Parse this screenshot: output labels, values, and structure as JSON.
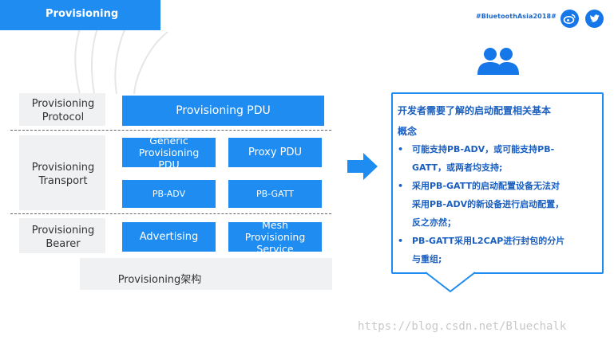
{
  "header": {
    "title": "Provisioning",
    "hashtag": "#BluetoothAsia2018#",
    "icons": [
      "weibo-icon",
      "twitter-icon"
    ]
  },
  "diagram": {
    "layers": [
      {
        "label": "Provisioning\nProtocol"
      },
      {
        "label": "Provisioning\nTransport"
      },
      {
        "label": "Provisioning\nBearer"
      }
    ],
    "boxes": {
      "pdu": "Provisioning PDU",
      "generic": "Generic\nProvisioning\nPDU",
      "proxy": "Proxy PDU",
      "pb_adv": "PB-ADV",
      "pb_gatt": "PB-GATT",
      "advertising": "Advertising",
      "mesh_service": "Mesh\nProvisioning\nService"
    },
    "caption": "Provisioning架构"
  },
  "callout": {
    "heading_line1": "开发者需要了解的启动配置相关基本",
    "heading_line2": "概念",
    "bullets": [
      {
        "line1": "可能支持PB-ADV，或可能支持PB-",
        "line2": "GATT，或两者均支持;"
      },
      {
        "line1": "采用PB-GATT的启动配置设备无法对",
        "line2": "采用PB-ADV的新设备进行启动配置，",
        "line3": "反之亦然；"
      },
      {
        "line1": "PB-GATT采用L2CAP进行封包的分片",
        "line2": "与重组;"
      }
    ]
  },
  "watermark": "https://blog.csdn.net/Bluechalk",
  "colors": {
    "accent": "#1e8cf0",
    "heading_text": "#1a5fbf",
    "panel": "#f0f1f3"
  }
}
